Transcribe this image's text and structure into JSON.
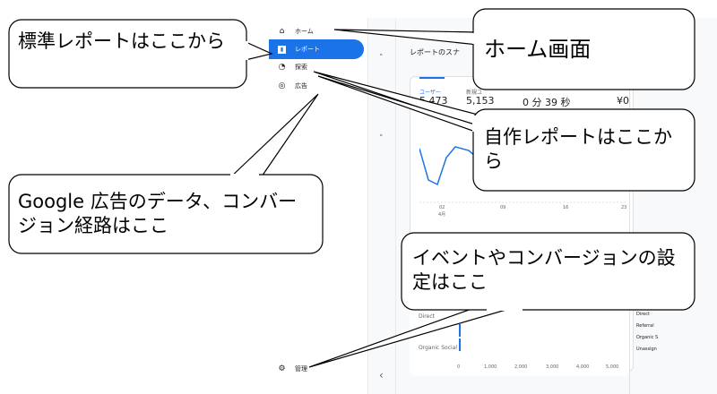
{
  "nav": {
    "items": [
      {
        "label": "ホーム",
        "icon": "home-icon"
      },
      {
        "label": "レポート",
        "icon": "report-icon"
      },
      {
        "label": "探索",
        "icon": "explore-icon"
      },
      {
        "label": "広告",
        "icon": "ads-icon"
      }
    ],
    "admin": "管理"
  },
  "main": {
    "title": "レポートのスナ",
    "metrics": [
      {
        "label": "ユーザー",
        "value": "5,473"
      },
      {
        "label": "新規ユ",
        "value": "5,153"
      },
      {
        "label": "",
        "value": "0 分 39 秒"
      },
      {
        "label": "",
        "value": "¥0"
      }
    ],
    "x_ticks": [
      "02",
      "09",
      "16",
      "23"
    ],
    "x_month": "4月",
    "bar_rows": [
      "Direct",
      "Organic Social"
    ],
    "bar_ticks": [
      "0",
      "1,000",
      "2,000",
      "3,000",
      "4,000",
      "5,000"
    ],
    "legend": [
      "Direct",
      "Referral",
      "Organic S",
      "Unassign"
    ],
    "accent": "#1a73e8"
  },
  "callouts": {
    "standard": "標準レポートはここから",
    "home": "ホーム画面",
    "custom": "自作レポートはここから",
    "ads": "Google 広告のデータ、コンバージョン経路はここ",
    "admin": "イベントやコンバージョンの設定はここ"
  }
}
